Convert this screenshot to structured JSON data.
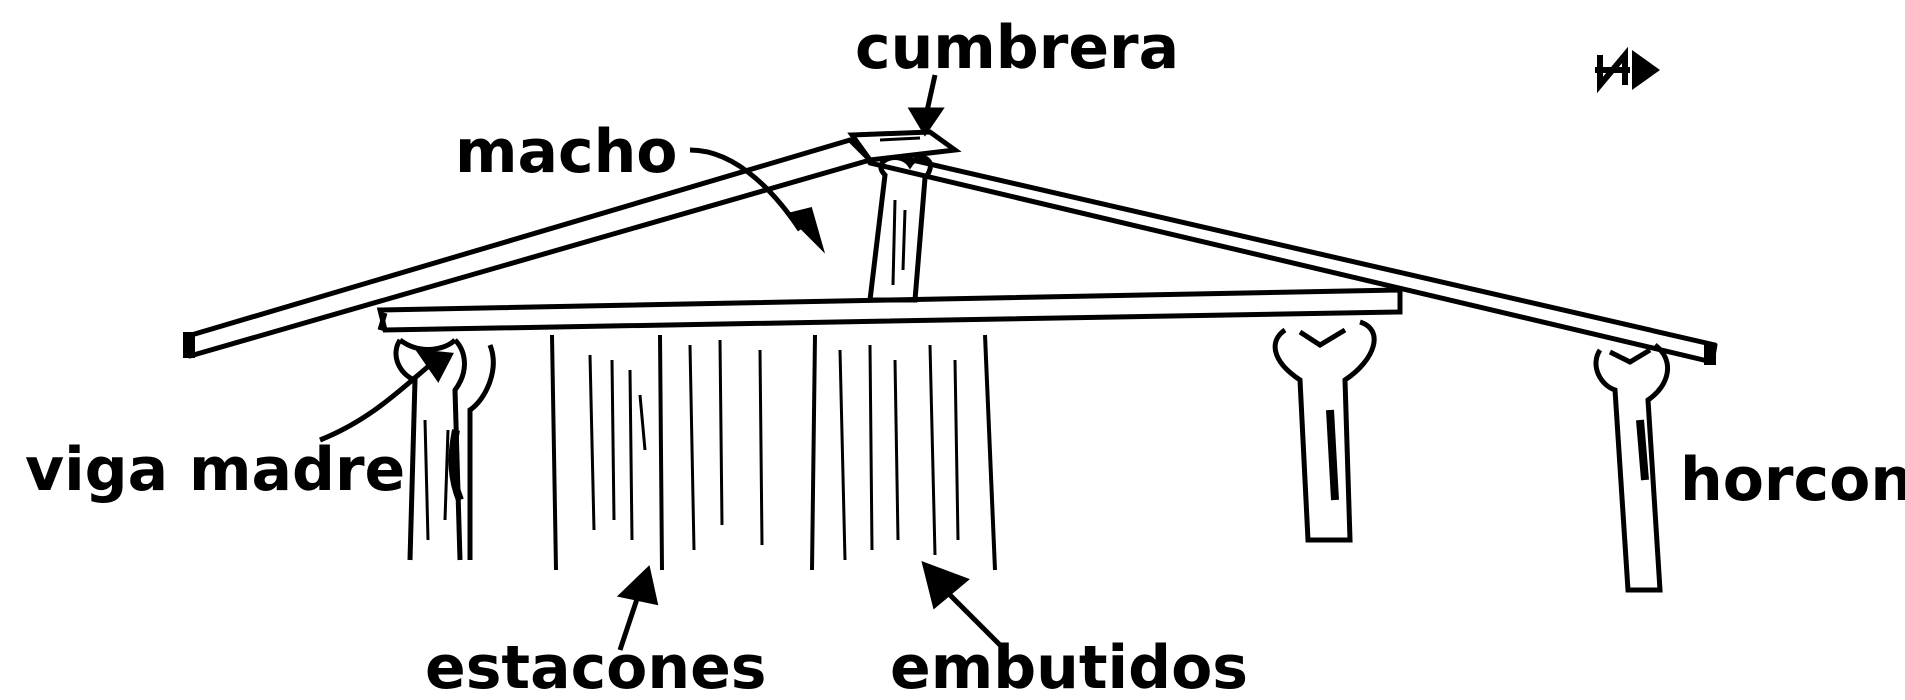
{
  "labels": {
    "cumbrera": "cumbrera",
    "macho": "macho",
    "viga_madre": "viga madre",
    "horcon": "horcon",
    "estacones": "estacones",
    "embutidos": "embutidos",
    "north": "N"
  },
  "colors": {
    "ink": "#000000",
    "paper": "#ffffff"
  }
}
